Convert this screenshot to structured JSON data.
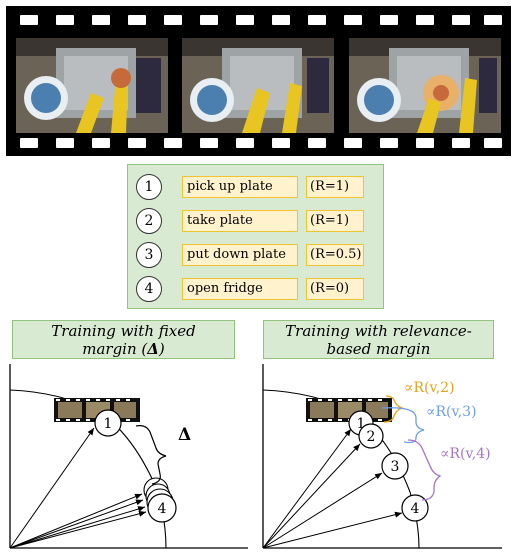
{
  "filmstrip": {
    "frames": [
      "frame-1",
      "frame-2",
      "frame-3"
    ]
  },
  "legend": {
    "items": [
      {
        "num": "1",
        "action": "pick up plate",
        "relevance": "(R=1)"
      },
      {
        "num": "2",
        "action": "take plate",
        "relevance": "(R=1)"
      },
      {
        "num": "3",
        "action": "put down plate",
        "relevance": "(R=0.5)"
      },
      {
        "num": "4",
        "action": "open fridge",
        "relevance": "(R=0)"
      }
    ]
  },
  "left_panel": {
    "title_line1": "Training with fixed",
    "title_line2": "margin (",
    "title_delta": "Δ",
    "title_end": ")",
    "delta_label": "Δ",
    "node_1": "1",
    "node_4": "4"
  },
  "right_panel": {
    "title_line1": "Training with relevance-",
    "title_line2": "based margin",
    "margin_2": "∝R(v,2)",
    "margin_3": "∝R(v,3)",
    "margin_4": "∝R(v,4)",
    "node_1": "1",
    "node_2": "2",
    "node_3": "3",
    "node_4": "4"
  },
  "colors": {
    "legend_bg": "#d9ead3",
    "legend_border": "#93c47d",
    "label_bg": "#fff2cc",
    "label_border": "#f1c232",
    "margin_2_color": "#e6a118",
    "margin_3_color": "#6d9eeb",
    "margin_4_color": "#a776c7"
  }
}
